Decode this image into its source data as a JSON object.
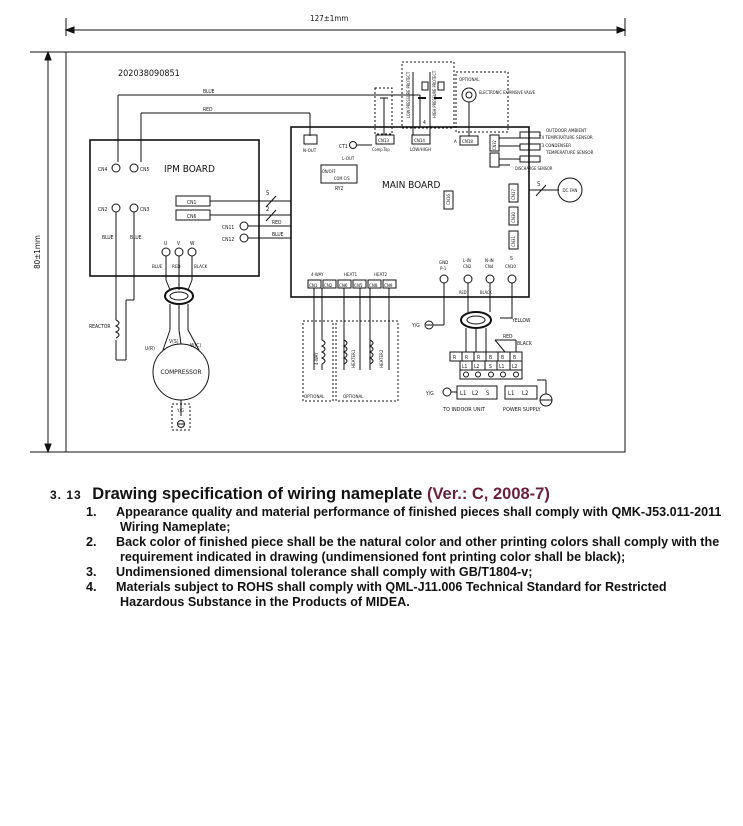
{
  "diagram": {
    "dim_width": "127±1mm",
    "dim_height": "80±1mm",
    "serial": "202038090851",
    "ipm_board": "IPM BOARD",
    "main_board": "MAIN BOARD",
    "wires": {
      "blue": "BLUE",
      "red": "RED",
      "black": "BLACK",
      "yellow": "YELLOW",
      "yg": "Y/G"
    },
    "ipm_connectors": {
      "cn4": "CN4",
      "cn5": "CN5",
      "cn2": "CN2",
      "cn3": "CN3",
      "cn1": "CN1",
      "cn6": "CN6",
      "cn11": "CN11",
      "cn12": "CN12"
    },
    "uvw": {
      "u": "U",
      "v": "V",
      "w": "W"
    },
    "compressor": {
      "label": "COMPRESSOR",
      "u": "U(R)",
      "v": "V(S)",
      "w": "W(C)"
    },
    "reactor": "REACTOR",
    "main_labels": {
      "n_out": "N-OUT",
      "ct1": "CT1",
      "l_out": "L-OUT",
      "on_off": "ON/OFF",
      "com_cs": "COM C/S",
      "ry2": "RY2",
      "cn13": "CN13",
      "comp_top": "Comp.Top",
      "cn14": "CN14",
      "low_high": "LOW/HIGH",
      "cn18": "CN18",
      "cn16": "CN16",
      "cn17": "CN17",
      "cn30": "CN30",
      "cn31": "CN31",
      "cn32": "CN32",
      "four_way": "4-WAY",
      "heat1": "HEAT1",
      "heat2": "HEAT2",
      "cn_row": [
        "CN1",
        "CN2",
        "CN6",
        "CN5",
        "CN8",
        "CN9"
      ],
      "gnd": "GND",
      "p1": "P-1",
      "l_in": "L-IN",
      "n_in": "N-IN",
      "cn2b": "CN2",
      "cn4b": "CN4",
      "cn10": "CN10",
      "s": "S",
      "five": "5",
      "two": "2",
      "four": "4",
      "a": "A"
    },
    "switches": {
      "low_pressure": "LOW PRESSURE PROTECT",
      "high_pressure": "HIGH PRESSURE PROTECT"
    },
    "optional": "OPTIONAL",
    "eev": "ELECTRONIC EXPANSIVE VALVE",
    "sensors": [
      "OUTDOOR AMBIENT",
      "T4 TEMPERATURE SENSOR",
      "T3 CONDENSER",
      "TEMPERATURE SENSOR",
      "DISCHARGE SENSOR"
    ],
    "dc_fan": "DC FAN",
    "coils": {
      "four_way": "4-WAY",
      "heater1": "HEATER1",
      "heater2": "HEATER2"
    },
    "terminal": {
      "top_row": [
        "R",
        "R",
        "R",
        "B",
        "B",
        "B"
      ],
      "mid_row": [
        "L1",
        "L2",
        "S",
        "L1",
        "L2"
      ],
      "bottom": [
        "L1",
        "L2",
        "S",
        "L1",
        "L2"
      ]
    },
    "to_indoor": "TO INDOOR UNIT",
    "power_supply": "POWER SUPPLY"
  },
  "spec": {
    "number": "3. 13",
    "title": "Drawing specification of wiring nameplate",
    "version": "(Ver.: C, 2008-7)",
    "items": [
      {
        "no": "1.",
        "text": "Appearance quality and material performance of finished pieces shall comply with QMK-J53.011-2011 Wiring Nameplate;"
      },
      {
        "no": "2.",
        "text": "Back color of finished piece shall be the natural color and other printing colors shall comply with the requirement indicated in drawing (undimensioned font printing color shall be black);"
      },
      {
        "no": "3.",
        "text": "Undimensioned dimensional tolerance shall comply with GB/T1804-v;"
      },
      {
        "no": "4.",
        "text": "Materials subject to ROHS shall comply with QML-J11.006 Technical Standard for Restricted Hazardous Substance in the Products of MIDEA."
      }
    ]
  }
}
